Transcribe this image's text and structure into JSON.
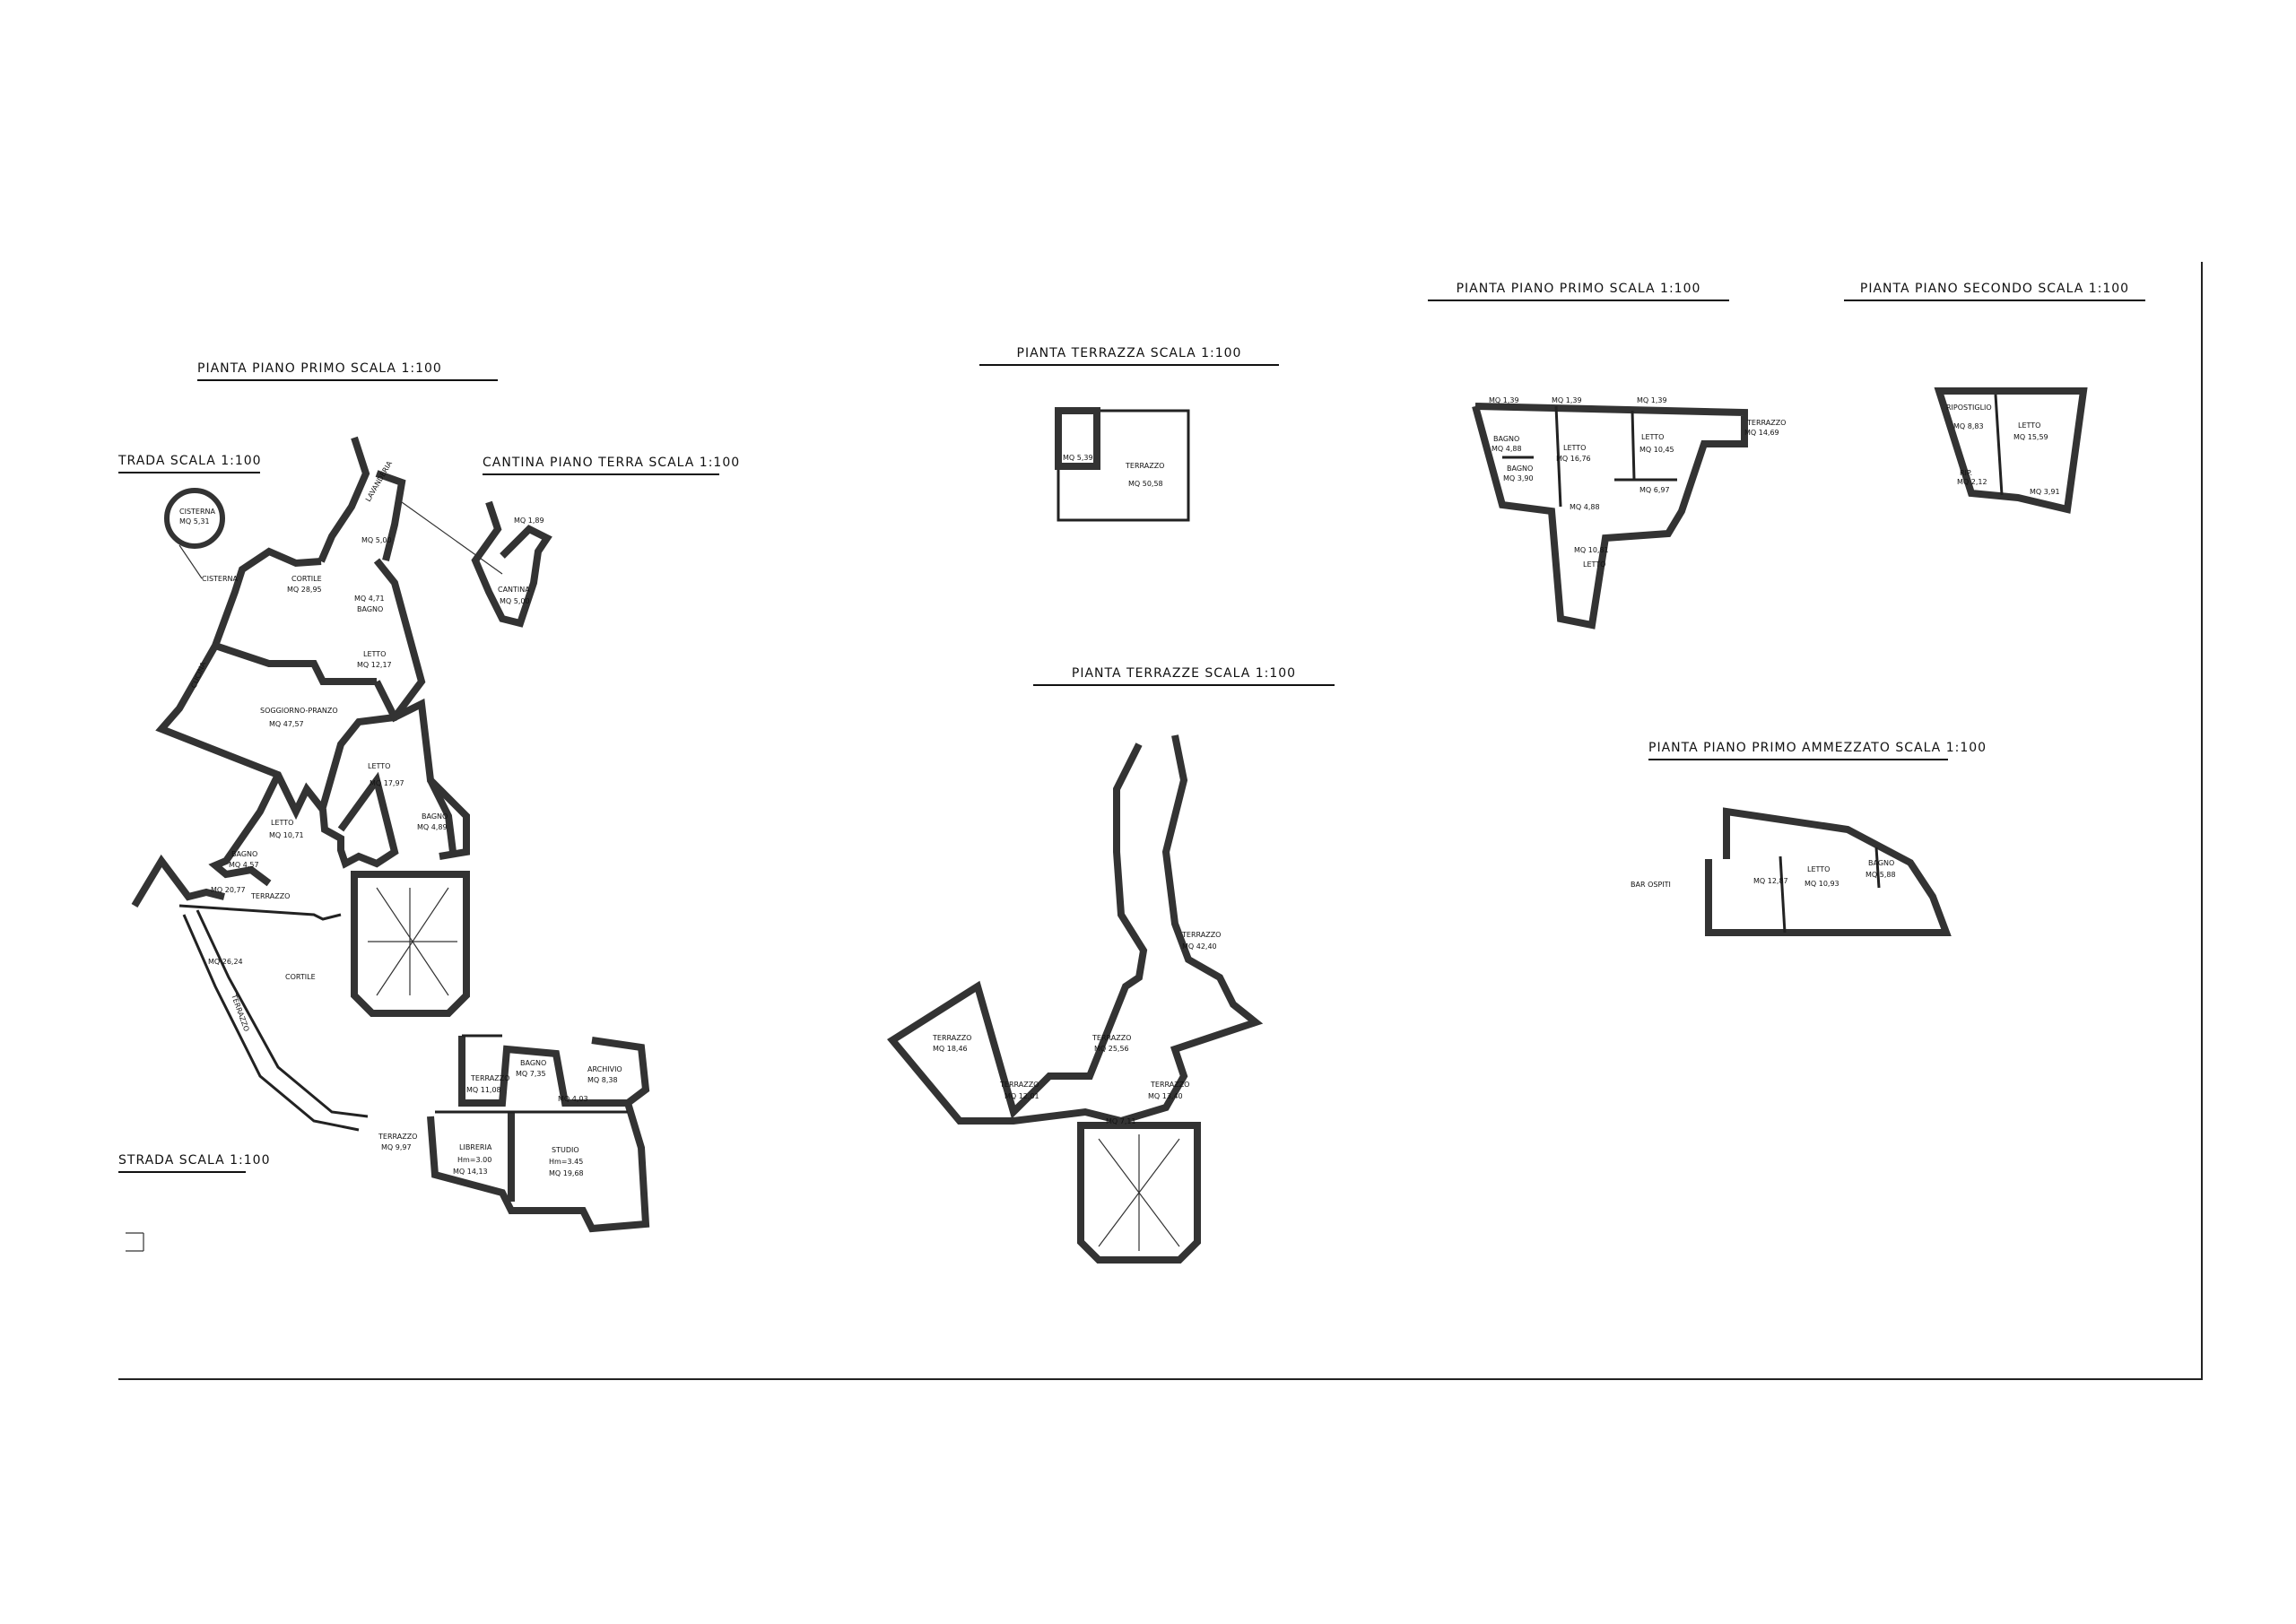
{
  "titles": {
    "primo_left": "PIANTA  PIANO  PRIMO  SCALA  1:100",
    "strada_top": "TRADA  SCALA  1:100",
    "cantina": "CANTINA  PIANO  TERRA  SCALA  1:100",
    "strada_bottom": "STRADA  SCALA  1:100",
    "terrazza": "PIANTA  TERRAZZA  SCALA  1:100",
    "terrazze": "PIANTA  TERRAZZE  SCALA  1:100",
    "primo_right": "PIANTA  PIANO  PRIMO  SCALA  1:100",
    "secondo": "PIANTA  PIANO  SECONDO  SCALA  1:100",
    "ammezzato": "PIANTA  PIANO  PRIMO  AMMEZZATO  SCALA  1:100"
  },
  "rooms_left": {
    "cisterna": "CISTERNA",
    "cisterna_mq": "MQ   5,31",
    "cisterna2": "CISTERNA",
    "lavanderia": "LAVANDERIA",
    "lav_mq": "MQ   5,00",
    "cortile": "CORTILE",
    "cortile_mq": "MQ   28,95",
    "bagno1": "BAGNO",
    "bagno1_mq": "MQ   4,71",
    "letto1": "LETTO",
    "letto1_mq": "MQ   12,17",
    "cucina": "CUCINA",
    "soggiorno": "SOGGIORNO-PRANZO",
    "soggiorno_mq": "MQ   47,57",
    "letto2": "LETTO",
    "letto2_mq": "MQ   17,97",
    "bagno2": "BAGNO",
    "bagno2_mq": "MQ   4,89",
    "letto3": "LETTO",
    "letto3_mq": "MQ   10,71",
    "bagno3": "BAGNO",
    "bagno3_mq": "MQ   4,57",
    "terr1_mq": "MQ   20,77",
    "terr1": "TERRAZZO",
    "cortile2_mq": "MQ   26,24",
    "cortile2": "CORTILE",
    "terr_diag": "TERRAZZO",
    "terr2": "TERRAZZO",
    "terr2_mq": "MQ   11,08",
    "bagno4": "BAGNO",
    "bagno4_mq": "MQ   7,35",
    "archivio": "ARCHIVIO",
    "archivio_mq": "MQ   8,38",
    "small_mq": "MQ   4,03",
    "terr3": "TERRAZZO",
    "terr3_mq": "MQ   9,97",
    "libreria": "LIBRERIA",
    "libreria_h": "Hm=3.00",
    "libreria_mq": "MQ   14,13",
    "studio": "STUDIO",
    "studio_h": "Hm=3.45",
    "studio_mq": "MQ   19,68"
  },
  "rooms_cantina": {
    "mq1": "MQ   1,89",
    "cantina": "CANTINA",
    "cantina_mq": "MQ   5,00"
  },
  "rooms_terrazza": {
    "small_mq": "MQ   5,39",
    "terrazzo": "TERRAZZO",
    "terrazzo_mq": "MQ   50,58"
  },
  "rooms_terrazze": {
    "t1": "TERRAZZO",
    "t1_mq": "MQ   18,46",
    "t2": "TERRAZZO",
    "t2_mq": "MQ   12,01",
    "t3": "TERRAZZO",
    "t3_mq": "MQ   25,56",
    "t4": "TERRAZZO",
    "t4_mq": "MQ   13,40",
    "t5": "TERRAZZO",
    "t5_mq": "MQ   42,40",
    "mq711": "MQ   7,11"
  },
  "rooms_primo_right": {
    "mq_a": "MQ   1,39",
    "mq_b": "MQ   1,39",
    "mq_c": "MQ   1,39",
    "bagno1": "BAGNO",
    "bagno1_mq": "MQ   4,88",
    "bagno2": "BAGNO",
    "bagno2_mq": "MQ   3,90",
    "letto1": "LETTO",
    "letto1_mq": "MQ   16,76",
    "letto2": "LETTO",
    "letto2_mq": "MQ   10,45",
    "terrazzo": "TERRAZZO",
    "terrazzo_mq": "MQ   14,69",
    "mq_488": "MQ   4,88",
    "mq_697": "MQ   6,97",
    "letto3_mq": "MQ   10,81",
    "letto3": "LETTO"
  },
  "rooms_secondo": {
    "ripostiglio": "RIPOSTIGLIO",
    "rip_mq": "MQ   8,83",
    "letto": "LETTO",
    "letto_mq": "MQ   15,59",
    "rip2": "RIP.",
    "rip2_mq": "MQ   2,12",
    "small_mq": "MQ   3,91"
  },
  "rooms_ammezzato": {
    "bar": "BAR  OSPITI",
    "mq1": "MQ   12,87",
    "letto": "LETTO",
    "letto_mq": "MQ   10,93",
    "bagno": "BAGNO",
    "bagno_mq": "MQ   5,88"
  }
}
